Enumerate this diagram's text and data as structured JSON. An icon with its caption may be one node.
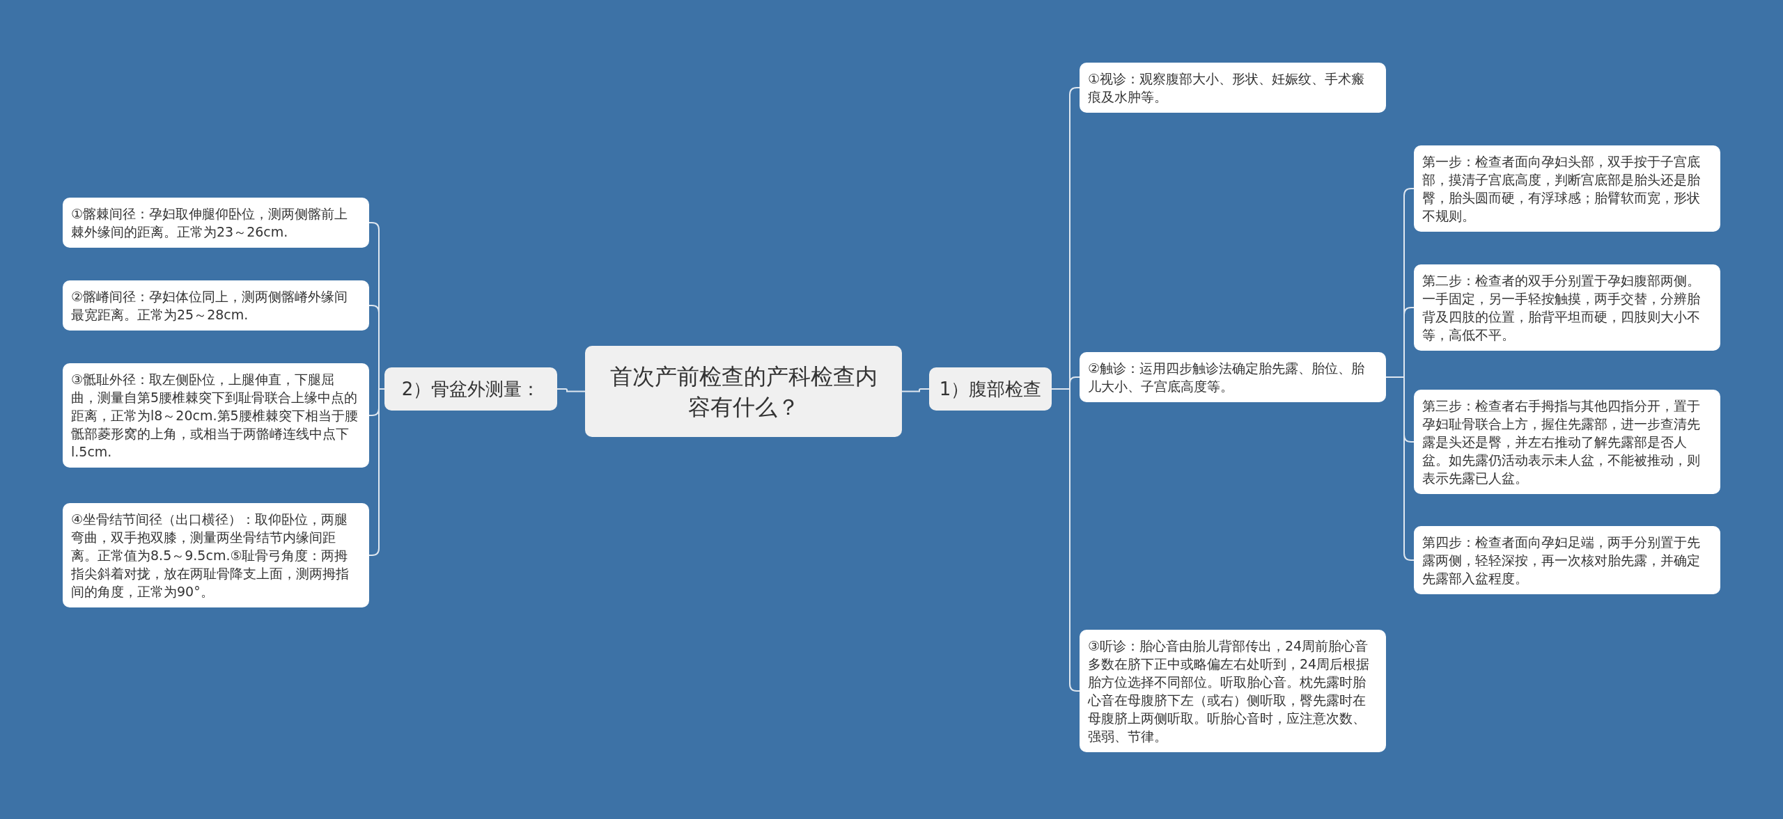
{
  "diagram": {
    "nodes": [
      {
        "text": [
          "首次产前检查的产科检查内容有什么？"
        ]
      },
      {
        "text": [
          "1）腹部检查"
        ]
      },
      {
        "text": [
          "①视诊：观察腹部大小、形状、妊娠纹、手术瘢痕及水肿等。"
        ]
      },
      {
        "text": [
          "②触诊：运用四步触诊法确定胎先露、胎位、胎儿大小、子宫底高度等。"
        ]
      },
      {
        "text": [
          "第一步：检查者面向孕妇头部，双手按于子宫底部，摸清子宫底高度，判断宫底部是胎头还是胎臀，胎头圆而硬，有浮球感；胎臂软而宽，形状不规则。"
        ]
      },
      {
        "text": [
          "第二步：检查者的双手分别置于孕妇腹部两侧。一手固定，另一手轻按触摸，两手交替，分辨胎背及四肢的位置，胎背平坦而硬，四肢则大小不等，高低不平。"
        ]
      },
      {
        "text": [
          "第三步：检查者右手拇指与其他四指分开，置于孕妇耻骨联合上方，握住先露部，进一步查清先露是头还是臀，并左右推动了解先露部是否人盆。如先露仍活动表示未人盆，不能被推动，则表示先露已人盆。"
        ]
      },
      {
        "text": [
          "第四步：检查者面向孕妇足端，两手分别置于先露两侧，轻轻深按，再一次核对胎先露，并确定先露部入盆程度。"
        ]
      },
      {
        "text": [
          "③听诊：胎心音由胎儿背部传出，24周前胎心音多数在脐下正中或略偏左右处听到，24周后根据胎方位选择不同部位。听取胎心音。枕先露时胎心音在母腹脐下左（或右）侧听取，臀先露时在母腹脐上两侧听取。听胎心音时，应注意次数、强弱、节律。"
        ]
      },
      {
        "text": [
          "2）骨盆外测量："
        ]
      },
      {
        "text": [
          "①髂棘间径：孕妇取伸腿仰卧位，测两侧髂前上棘外缘间的距离。正常为23～26cm."
        ]
      },
      {
        "text": [
          "②髂嵴间径：孕妇体位同上，测两侧髂嵴外缘间最宽距离。正常为25～28cm."
        ]
      },
      {
        "text": [
          "③骶耻外径：取左侧卧位，上腿伸直，下腿屈曲，测量自第5腰椎棘突下到耻骨联合上缘中点的距离，正常为l8～20cm.第5腰椎棘突下相当于腰骶部菱形窝的上角，或相当于两骼嵴连线中点下l.5cm."
        ]
      },
      {
        "text": [
          "④坐骨结节间径（出口横径）：取仰卧位，两腿弯曲，双手抱双膝，测量两坐骨结节内缘间距离。正常值为8.5～9.5cm.⑤耻骨弓角度：两拇指尖斜着对拢，放在两耻骨降支上面，测两拇指间的角度，正常为90°。"
        ]
      }
    ],
    "edges": [
      {
        "from": 0,
        "to": 1,
        "arrow": "none"
      },
      {
        "from": 1,
        "to": 2,
        "arrow": "none"
      },
      {
        "from": 1,
        "to": 3,
        "arrow": "none"
      },
      {
        "from": 3,
        "to": 4,
        "arrow": "none"
      },
      {
        "from": 3,
        "to": 5,
        "arrow": "none"
      },
      {
        "from": 3,
        "to": 6,
        "arrow": "none"
      },
      {
        "from": 3,
        "to": 7,
        "arrow": "none"
      },
      {
        "from": 1,
        "to": 8,
        "arrow": "none"
      },
      {
        "from": 0,
        "to": 9,
        "arrow": "none"
      },
      {
        "from": 9,
        "to": 10,
        "arrow": "none"
      },
      {
        "from": 9,
        "to": 11,
        "arrow": "none"
      },
      {
        "from": 9,
        "to": 12,
        "arrow": "none"
      },
      {
        "from": 9,
        "to": 13,
        "arrow": "none"
      }
    ]
  }
}
